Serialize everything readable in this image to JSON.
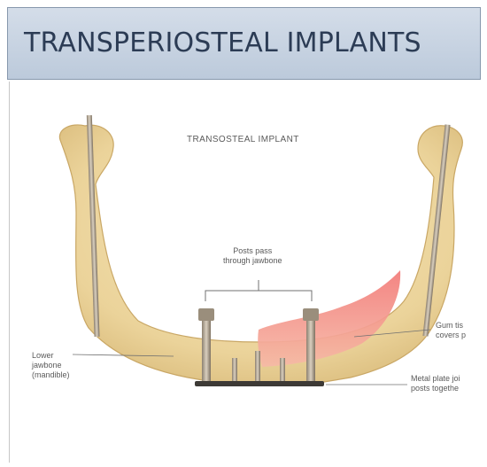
{
  "slide": {
    "title": "TRANSPERIOSTEAL IMPLANTS"
  },
  "figure": {
    "heading": "TRANSOSTEAL IMPLANT",
    "labels": {
      "posts": "Posts pass\nthrough jawbone",
      "lower_jawbone": "Lower\njawbone\n(mandible)",
      "gum_tissue": "Gum tis\ncovers p",
      "metal_plate": "Metal plate joi\nposts togethe"
    }
  },
  "colors": {
    "title_bg": "#c9d4e2",
    "title_text": "#2c3c55",
    "bone": "#ecd59a",
    "gum": "#ef8a85"
  }
}
